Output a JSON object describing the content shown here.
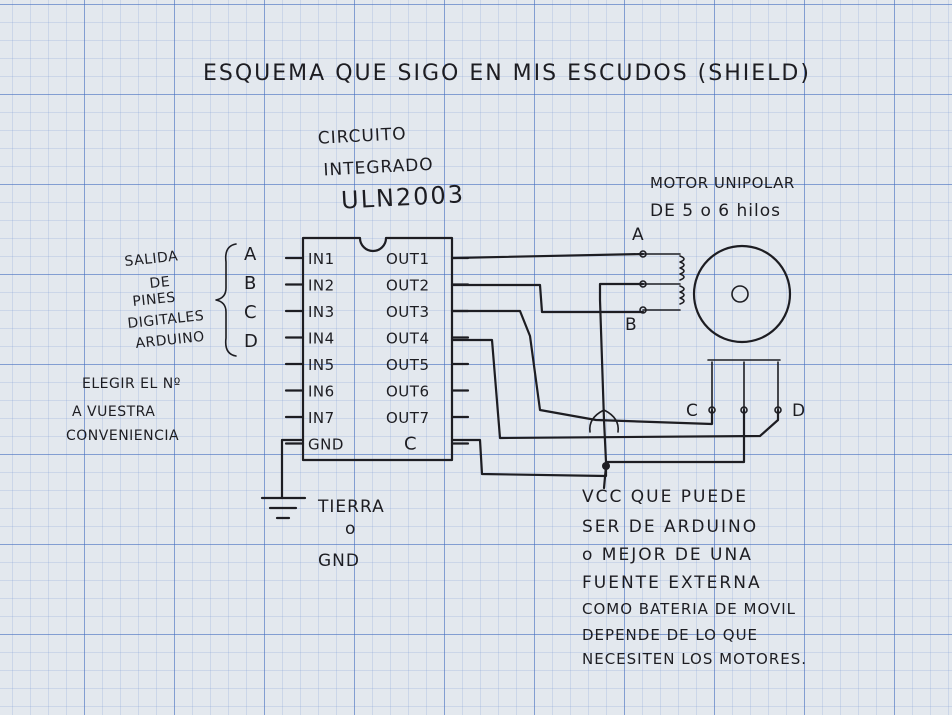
{
  "title": "ESQUEMA QUE SIGO EN MIS ESCUDOS (SHIELD)",
  "ic": {
    "caption_line1": "CIRCUITO",
    "caption_line2": "INTEGRADO",
    "part_number": "ULN2003",
    "left_pins": [
      "IN1",
      "IN2",
      "IN3",
      "IN4",
      "IN5",
      "IN6",
      "IN7",
      "GND"
    ],
    "right_pins": [
      "OUT1",
      "OUT2",
      "OUT3",
      "OUT4",
      "OUT5",
      "OUT6",
      "OUT7",
      "C"
    ]
  },
  "inputs": {
    "labels": [
      "A",
      "B",
      "C",
      "D"
    ],
    "note_lines": [
      "SALIDA",
      "DE",
      "PINES",
      "DIGITALES",
      "ARDUINO"
    ],
    "choice_lines": [
      "ELEGIR EL Nº",
      "A VUESTRA",
      "CONVENIENCIA"
    ]
  },
  "motor": {
    "title_line1": "MOTOR UNIPOLAR",
    "title_line2": "DE 5 o 6 hilos",
    "coil_labels": [
      "A",
      "B",
      "C",
      "D"
    ]
  },
  "ground": {
    "line1": "TIERRA",
    "line2": "o",
    "line3": "GND"
  },
  "vcc_note": [
    "VCC QUE PUEDE",
    "SER DE ARDUINO",
    "o MEJOR DE UNA",
    "FUENTE EXTERNA",
    "COMO BATERIA DE MOVIL",
    "DEPENDE DE LO QUE",
    "NECESITEN LOS MOTORES."
  ],
  "colors": {
    "ink": "#1d1d22",
    "paper": "#e3e8ee",
    "grid": "#466ebe"
  }
}
